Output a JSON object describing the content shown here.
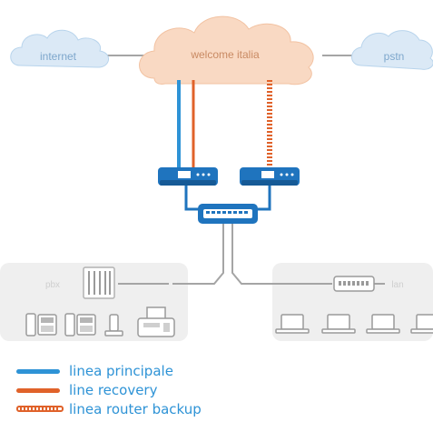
{
  "clouds": {
    "internet": "internet",
    "welcome": "welcome italia",
    "pstn": "pstn"
  },
  "zones": {
    "pbx": "pbx",
    "lan": "lan"
  },
  "legend": [
    {
      "label": "linea principale",
      "style": "solid",
      "color": "#2e93d6"
    },
    {
      "label": "line recovery",
      "style": "solid",
      "color": "#e0622a"
    },
    {
      "label": "linea router backup",
      "style": "dashed",
      "color": "#e0622a"
    }
  ],
  "colors": {
    "primary": "#2e93d6",
    "recovery": "#e0622a",
    "device": "#1f74be",
    "cloud_blue": "#dbe9f6",
    "cloud_orange": "#f9d9c3",
    "zone": "#efefef",
    "gray_line": "#a5a5a5"
  }
}
